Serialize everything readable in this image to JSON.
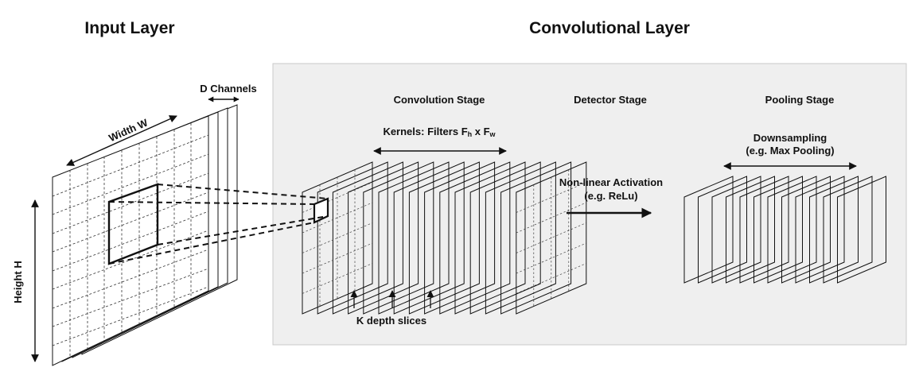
{
  "titles": {
    "input_layer": "Input Layer",
    "conv_layer": "Convolutional Layer"
  },
  "input": {
    "channels_label": "D Channels",
    "width_label": "Width W",
    "height_label": "Height H"
  },
  "stages": {
    "convolution": "Convolution Stage",
    "detector": "Detector Stage",
    "pooling": "Pooling Stage"
  },
  "kernels": {
    "label": "Kernels: Filters F",
    "h_sub": "h",
    "x": " x F",
    "w_sub": "w"
  },
  "detector": {
    "line1": "Non-linear Activation",
    "line2": "(e.g. ReLu)"
  },
  "pooling": {
    "line1": "Downsampling",
    "line2": "(e.g. Max Pooling)"
  },
  "depth_label": "K depth slices",
  "colors": {
    "panel_fill": "#efefef",
    "panel_stroke": "#c8c8c8",
    "ink": "#111111"
  }
}
